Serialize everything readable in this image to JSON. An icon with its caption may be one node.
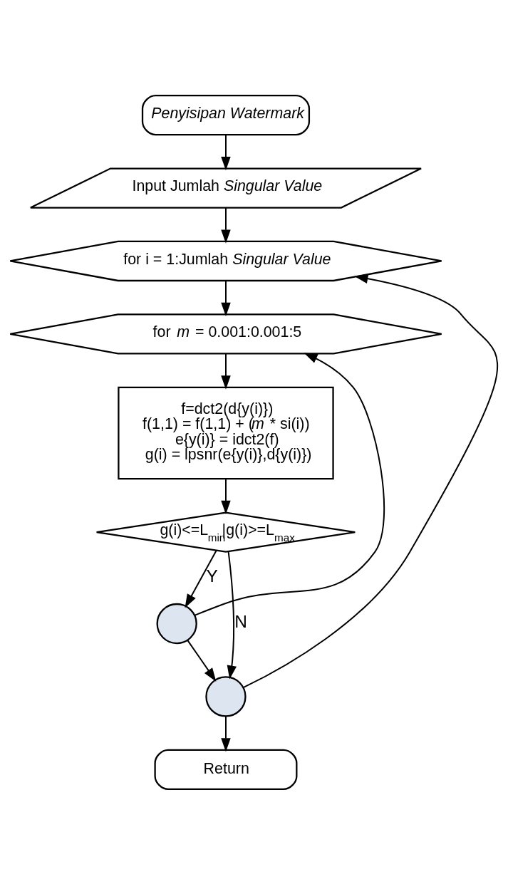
{
  "diagram": {
    "nodes": [
      {
        "text": [
          "Penyisipan Watermark"
        ]
      },
      {
        "text": [
          "Input Jumlah *Singular Value*"
        ]
      },
      {
        "text": [
          "for i = 1:Jumlah *Singular Value*"
        ]
      },
      {
        "text": [
          "for *m* = 0.001:0.001:5"
        ]
      },
      {
        "text": [
          "f=dct2(d{y(i)})",
          "f(1,1) = f(1,1) + (*m* * si(i))",
          "e{y(i)} = idct2(f)",
          "g(i) = lpsnr(e{y(i)},d{y(i)})"
        ]
      },
      {
        "text": [
          "g(i)<=L$_{min}$|g(i)>=L$_{max}$"
        ]
      },
      {
        "text": [],
        "shape": "circle"
      },
      {
        "text": [],
        "shape": "circle"
      },
      {
        "text": [
          "Return"
        ]
      }
    ],
    "edges": [
      {
        "from": 0,
        "to": 1,
        "arrow": "to"
      },
      {
        "from": 1,
        "to": 2,
        "arrow": "to"
      },
      {
        "from": 2,
        "to": 3,
        "arrow": "to"
      },
      {
        "from": 3,
        "to": 4,
        "arrow": "to"
      },
      {
        "from": 4,
        "to": 5,
        "arrow": "to"
      },
      {
        "from": 5,
        "to": 6,
        "label": "Y",
        "arrow": "to"
      },
      {
        "from": 5,
        "to": 7,
        "label": "N",
        "arrow": "to"
      },
      {
        "from": 6,
        "to": 3,
        "arrow": "to"
      },
      {
        "from": 6,
        "to": 7,
        "arrow": "to"
      },
      {
        "from": 7,
        "to": 2,
        "arrow": "to"
      },
      {
        "from": 7,
        "to": 8,
        "arrow": "to"
      }
    ]
  }
}
